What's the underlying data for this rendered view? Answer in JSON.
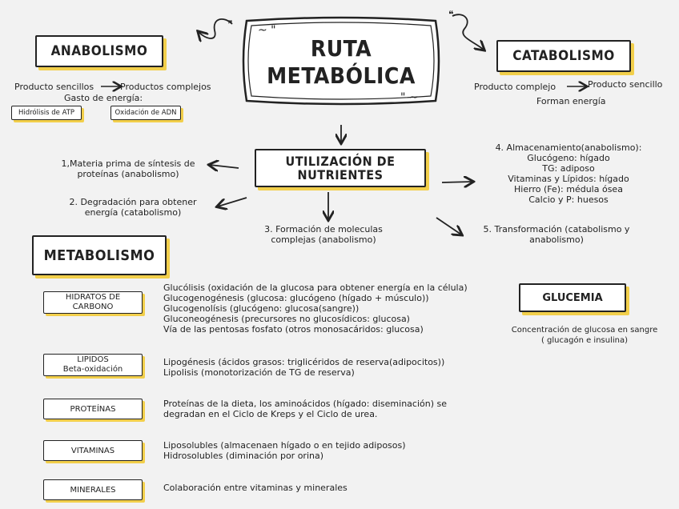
{
  "main_title": {
    "line1": "RUTA",
    "line2": "METABÓLICA"
  },
  "anabolismo": {
    "title": "ANABOLISMO",
    "from": "Producto sencillos",
    "to": "Productos complejos",
    "energy": "Gasto de energía:",
    "tag1": "Hidrólisis de ATP",
    "tag2": "Oxidación de ADN"
  },
  "catabolismo": {
    "title": "CATABOLISMO",
    "from": "Producto complejo",
    "to": "Producto sencillo",
    "energy": "Forman energía"
  },
  "utilizacion": {
    "title_line1": "UTILIZACIÓN DE",
    "title_line2": "NUTRIENTES",
    "item1_line1": "1,Materia prima de síntesis de",
    "item1_line2": "proteínas (anabolismo)",
    "item2_line1": "2. Degradación para obtener",
    "item2_line2": "energía (catabolismo)",
    "item3_line1": "3. Formación de moleculas",
    "item3_line2": "complejas (anabolismo)",
    "item4_lines": [
      "4. Almacenamiento(anabolismo):",
      "Glucógeno: hígado",
      "TG: adiposo",
      "Vitaminas y Lípidos: hígado",
      "Hierro (Fe): médula ósea",
      "Calcio y P: huesos"
    ],
    "item5_line1": "5. Transformación (catabolismo y",
    "item5_line2": "anabolismo)"
  },
  "metabolismo": {
    "title": "METABOLISMO",
    "hidratos": {
      "label_line1": "HIDRATOS DE",
      "label_line2": "CARBONO",
      "lines": [
        "Glucólisis (oxidación de la glucosa para obtener energía en la célula)",
        "Glucogenogénesis (glucosa: glucógeno (hígado + músculo))",
        "Glucogenolísis (glucógeno: glucosa(sangre))",
        "Gluconeogénesis (precursores no glucosídicos: glucosa)",
        "Vía de las pentosas fosfato (otros monosacáridos: glucosa)"
      ]
    },
    "lipidos": {
      "label_line1": "LIPIDOS",
      "label_line2": "Beta-oxidación",
      "lines": [
        "Lipogénesis (ácidos grasos: triglicéridos de reserva(adipocitos))",
        "Lipolisis (monotorización de TG de reserva)"
      ]
    },
    "proteinas": {
      "label": "PROTEÍNAS",
      "lines": [
        "Proteínas de la dieta, los aminoácidos (hígado: diseminación) se",
        "degradan en el Ciclo de Kreps y el Ciclo de urea."
      ]
    },
    "vitaminas": {
      "label": "VITAMINAS",
      "lines": [
        "Liposolubles (almacenaen hígado o en tejido adiposos)",
        "Hidrosolubles (diminación por orina)"
      ]
    },
    "minerales": {
      "label": "MINERALES",
      "lines": [
        "Colaboración entre vitaminas y minerales"
      ]
    }
  },
  "glucemia": {
    "title": "GLUCEMIA",
    "line1": "Concentración de glucosa en sangre",
    "line2": "( glucagón e insulina)"
  },
  "colors": {
    "accent": "#f2cf4b",
    "ink": "#222222",
    "background": "#f2f2f2"
  }
}
